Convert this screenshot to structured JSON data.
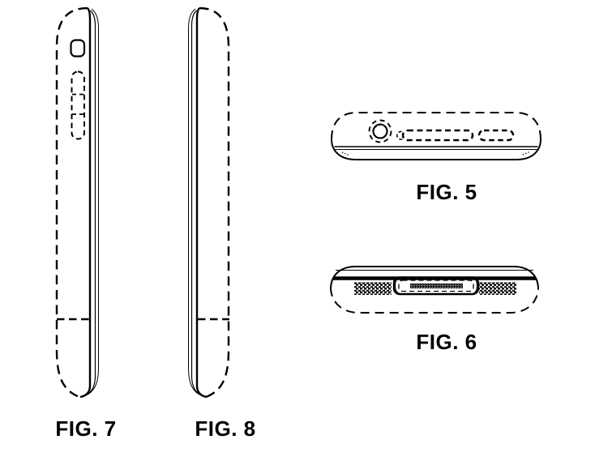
{
  "figures": {
    "fig5": {
      "label": "FIG. 5"
    },
    "fig6": {
      "label": "FIG. 6"
    },
    "fig7": {
      "label": "FIG. 7"
    },
    "fig8": {
      "label": "FIG. 8"
    }
  },
  "colors": {
    "ink": "#000000",
    "paper": "#ffffff"
  }
}
